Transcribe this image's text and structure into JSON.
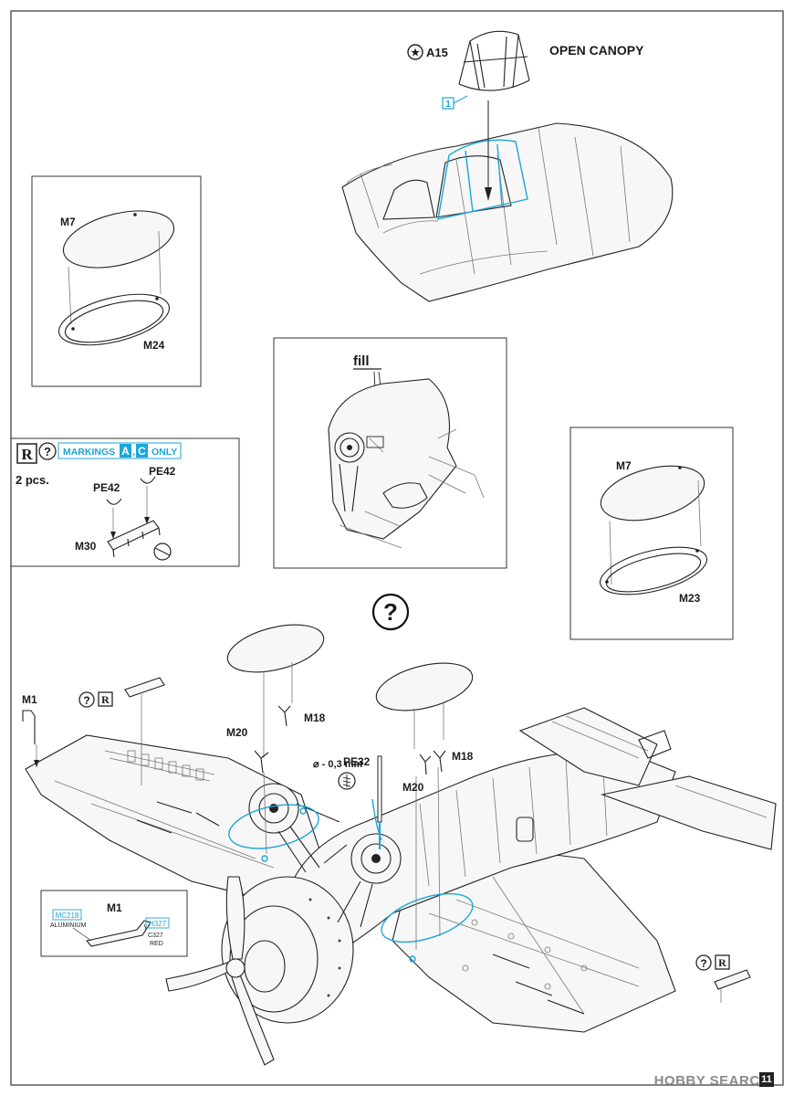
{
  "labels": {
    "a15": "A15",
    "open_canopy": "OPEN CANOPY",
    "step_1": "1",
    "m7": "M7",
    "m24": "M24",
    "m23": "M23",
    "fill": "fill",
    "r_symbol": "R",
    "markings_prefix": "MARKINGS",
    "marking_a": "A",
    "marking_c": "C",
    "markings_suffix": "ONLY",
    "two_pcs": "2 pcs.",
    "pe42": "PE42",
    "m30": "M30",
    "question": "?",
    "m1": "M1",
    "m18": "M18",
    "m20": "M20",
    "pe32": "PE32",
    "diameter": "⌀ - 0,3 mm",
    "mc218": "MC218",
    "aluminium": "ALUMINIUM",
    "h327": "H327",
    "c327": "C327",
    "red": "RED"
  },
  "watermark": "HOBBY SEARCH",
  "page_number": "11",
  "colors": {
    "accent_cyan": "#1ba6d8",
    "ink": "#1a1a1a"
  }
}
